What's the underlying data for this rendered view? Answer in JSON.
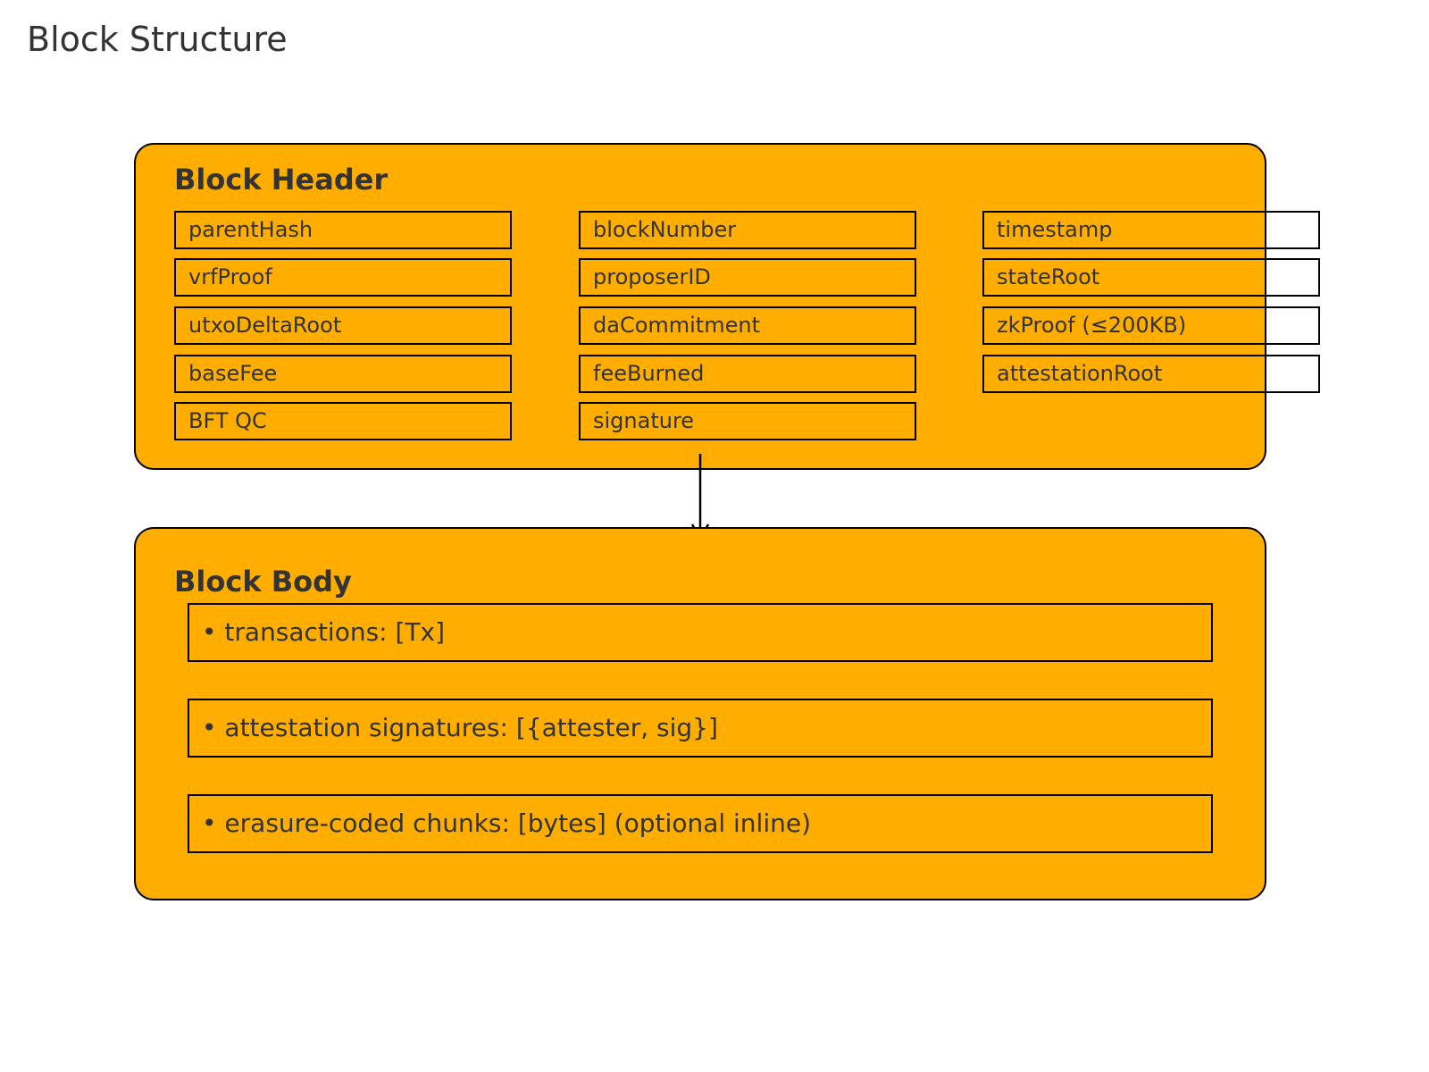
{
  "page_title": "Block Structure",
  "header": {
    "title": "Block Header",
    "columns": [
      [
        "parentHash",
        "vrfProof",
        "utxoDeltaRoot",
        "baseFee",
        "BFT QC"
      ],
      [
        "blockNumber",
        "proposerID",
        "daCommitment",
        "feeBurned",
        "signature"
      ],
      [
        "timestamp",
        "stateRoot",
        "zkProof (≤200KB)",
        "attestationRoot"
      ]
    ]
  },
  "body": {
    "title": "Block Body",
    "items": [
      "• transactions: [Tx]",
      "• attestation signatures: [{attester, sig}]",
      "• erasure-coded chunks: [bytes] (optional inline)"
    ]
  },
  "colors": {
    "panel_fill": "#FFAE00",
    "border": "#000000",
    "text": "#333333"
  }
}
